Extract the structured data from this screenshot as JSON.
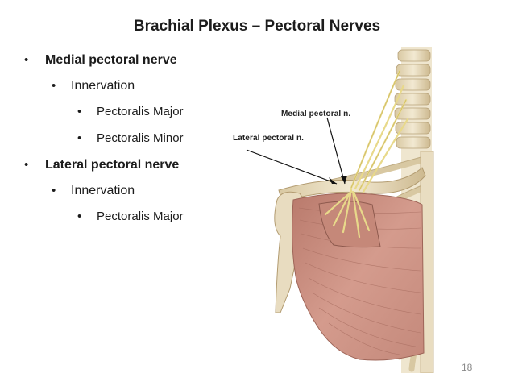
{
  "slide": {
    "title": "Brachial Plexus – Pectoral Nerves",
    "bullet_char": "•",
    "items": [
      {
        "level": 1,
        "text": "Medial pectoral nerve"
      },
      {
        "level": 2,
        "text": "Innervation"
      },
      {
        "level": 3,
        "text": "Pectoralis Major"
      },
      {
        "level": 3,
        "text": "Pectoralis Minor"
      },
      {
        "level": 1,
        "text": "Lateral pectoral nerve"
      },
      {
        "level": 2,
        "text": "Innervation"
      },
      {
        "level": 3,
        "text": "Pectoralis Major"
      }
    ],
    "page_number": "18"
  },
  "figure": {
    "labels": {
      "medial": "Medial pectoral n.",
      "lateral": "Lateral pectoral n."
    }
  },
  "colors": {
    "muscle": "#c98d80",
    "bone": "#e8dcc0",
    "nerve": "#e8d98a"
  }
}
